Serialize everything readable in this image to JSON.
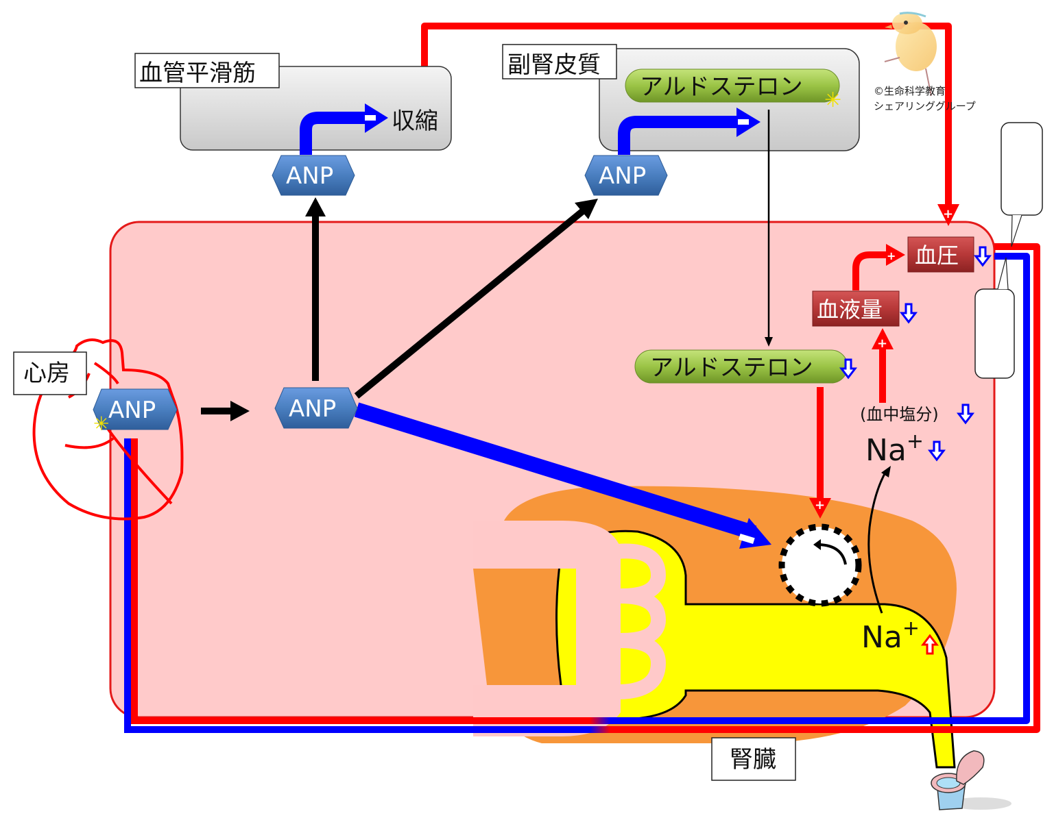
{
  "labels": {
    "vascular_smooth_muscle": "血管平滑筋",
    "contraction": "収縮",
    "adrenal_cortex": "副腎皮質",
    "aldosterone_top": "アルドステロン",
    "aldosterone_mid": "アルドステロン",
    "atrium": "心房",
    "kidney": "腎臓",
    "blood_pressure": "血圧",
    "blood_volume": "血液量",
    "blood_salt": "(血中塩分)",
    "na_blood": "Na",
    "na_urine": "Na",
    "plus_superscript": "+",
    "anp_atrium": "ANP",
    "anp_center": "ANP",
    "anp_vessel": "ANP",
    "anp_adrenal": "ANP"
  },
  "signs": {
    "plus": "+",
    "minus": "−"
  },
  "credit": {
    "line1": "©生命科学教育",
    "line2": "シェアリンググループ"
  },
  "colors": {
    "inhibit": "#0000ff",
    "stimulate": "#ff0000",
    "body_fill": "#ffcaca",
    "kidney_orange": "#f7963a",
    "tubule_yellow": "#ffff00",
    "anp_blue": "#4a7fc0",
    "aldosterone_green": "#9bc446",
    "bp_box_red": "#b73838"
  },
  "indicators": {
    "blood_pressure": "down",
    "blood_volume": "down",
    "aldosterone_mid": "down",
    "blood_salt": "down",
    "na_blood": "down",
    "na_urine": "up"
  }
}
